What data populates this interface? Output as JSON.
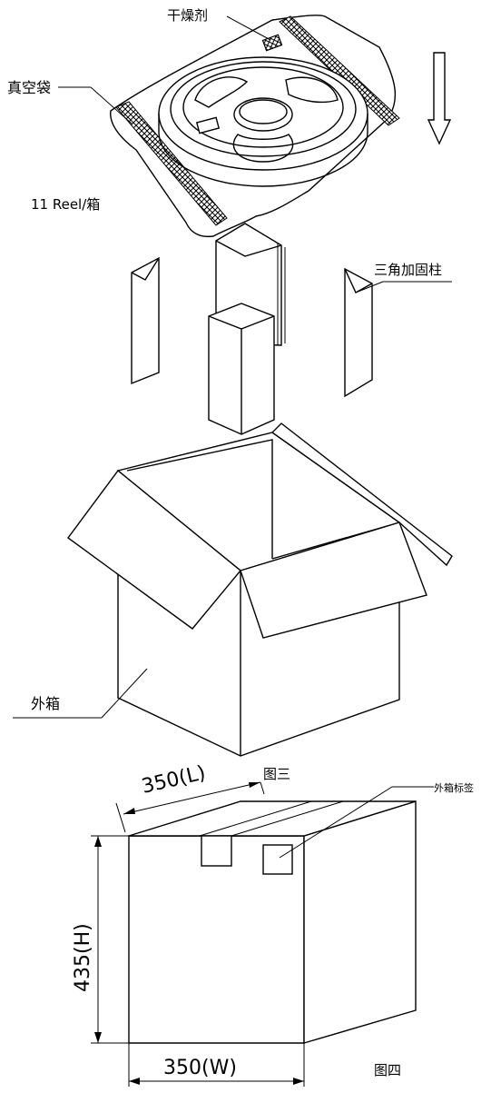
{
  "labels": {
    "desiccant": "干燥剂",
    "vacuum_bag": "真空袋",
    "reel_count": "11 Reel/箱",
    "triangle_post": "三角加固柱",
    "outer_box": "外箱",
    "figure3": "图三",
    "outer_box_label": "外箱标签",
    "figure4": "图四"
  },
  "dimensions": {
    "length": "350(L)",
    "height": "435(H)",
    "width": "350(W)"
  },
  "icons": [
    "down-arrow-icon"
  ]
}
